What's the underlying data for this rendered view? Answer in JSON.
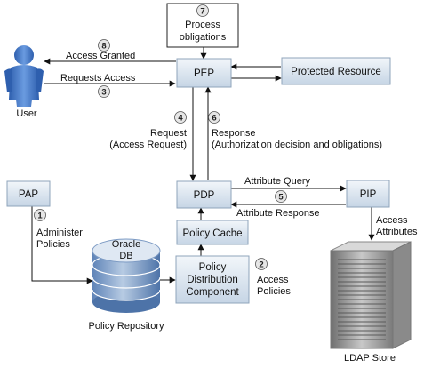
{
  "nodes": {
    "pep": "PEP",
    "pdp": "PDP",
    "pap": "PAP",
    "pip": "PIP",
    "protected_resource": "Protected Resource",
    "policy_cache": "Policy Cache",
    "policy_distribution": [
      "Policy",
      "Distribution",
      "Component"
    ],
    "process_obligations": [
      "Process",
      "obligations"
    ],
    "oracle_db": [
      "Oracle",
      "DB"
    ],
    "policy_repository": "Policy Repository",
    "ldap_store": "LDAP Store",
    "user": "User"
  },
  "steps": [
    {
      "num": "1",
      "text": [
        "Administer",
        "Policies"
      ]
    },
    {
      "num": "2",
      "text": [
        "Access",
        "Policies"
      ]
    },
    {
      "num": "3",
      "text": [
        "Requests Access"
      ]
    },
    {
      "num": "4",
      "text": [
        "Request",
        "(Access Request)"
      ]
    },
    {
      "num": "5",
      "text": [
        "Attribute Response"
      ]
    },
    {
      "num": "6",
      "text": [
        "Response",
        "(Authorization decision and obligations)"
      ]
    },
    {
      "num": "7",
      "text": []
    },
    {
      "num": "8",
      "text": [
        "Access Granted"
      ]
    }
  ],
  "edge_labels": {
    "attribute_query": "Attribute Query",
    "access_attributes": [
      "Access",
      "Attributes"
    ]
  },
  "colors": {
    "box_fill_top": "#eef3f8",
    "box_fill_bottom": "#c9d7e6",
    "box_border": "#8fa4bb",
    "user_blue": "#3a73c9",
    "server_gray": "#9a9a9a"
  }
}
